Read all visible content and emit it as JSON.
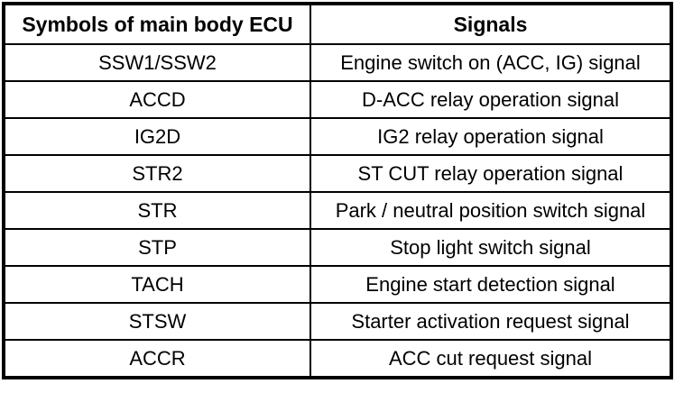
{
  "table": {
    "columns": {
      "symbols_header": "Symbols of main body ECU",
      "signals_header": "Signals"
    },
    "rows": [
      {
        "symbol": "SSW1/SSW2",
        "signal": "Engine switch on (ACC, IG) signal"
      },
      {
        "symbol": "ACCD",
        "signal": "D-ACC relay operation signal"
      },
      {
        "symbol": "IG2D",
        "signal": "IG2 relay operation signal"
      },
      {
        "symbol": "STR2",
        "signal": "ST CUT relay operation signal"
      },
      {
        "symbol": "STR",
        "signal": "Park / neutral position switch signal"
      },
      {
        "symbol": "STP",
        "signal": "Stop light switch signal"
      },
      {
        "symbol": "TACH",
        "signal": "Engine start detection signal"
      },
      {
        "symbol": "STSW",
        "signal": "Starter activation request signal"
      },
      {
        "symbol": "ACCR",
        "signal": "ACC cut request signal"
      }
    ],
    "colors": {
      "border": "#000000",
      "background": "#ffffff",
      "text": "#000000"
    }
  }
}
